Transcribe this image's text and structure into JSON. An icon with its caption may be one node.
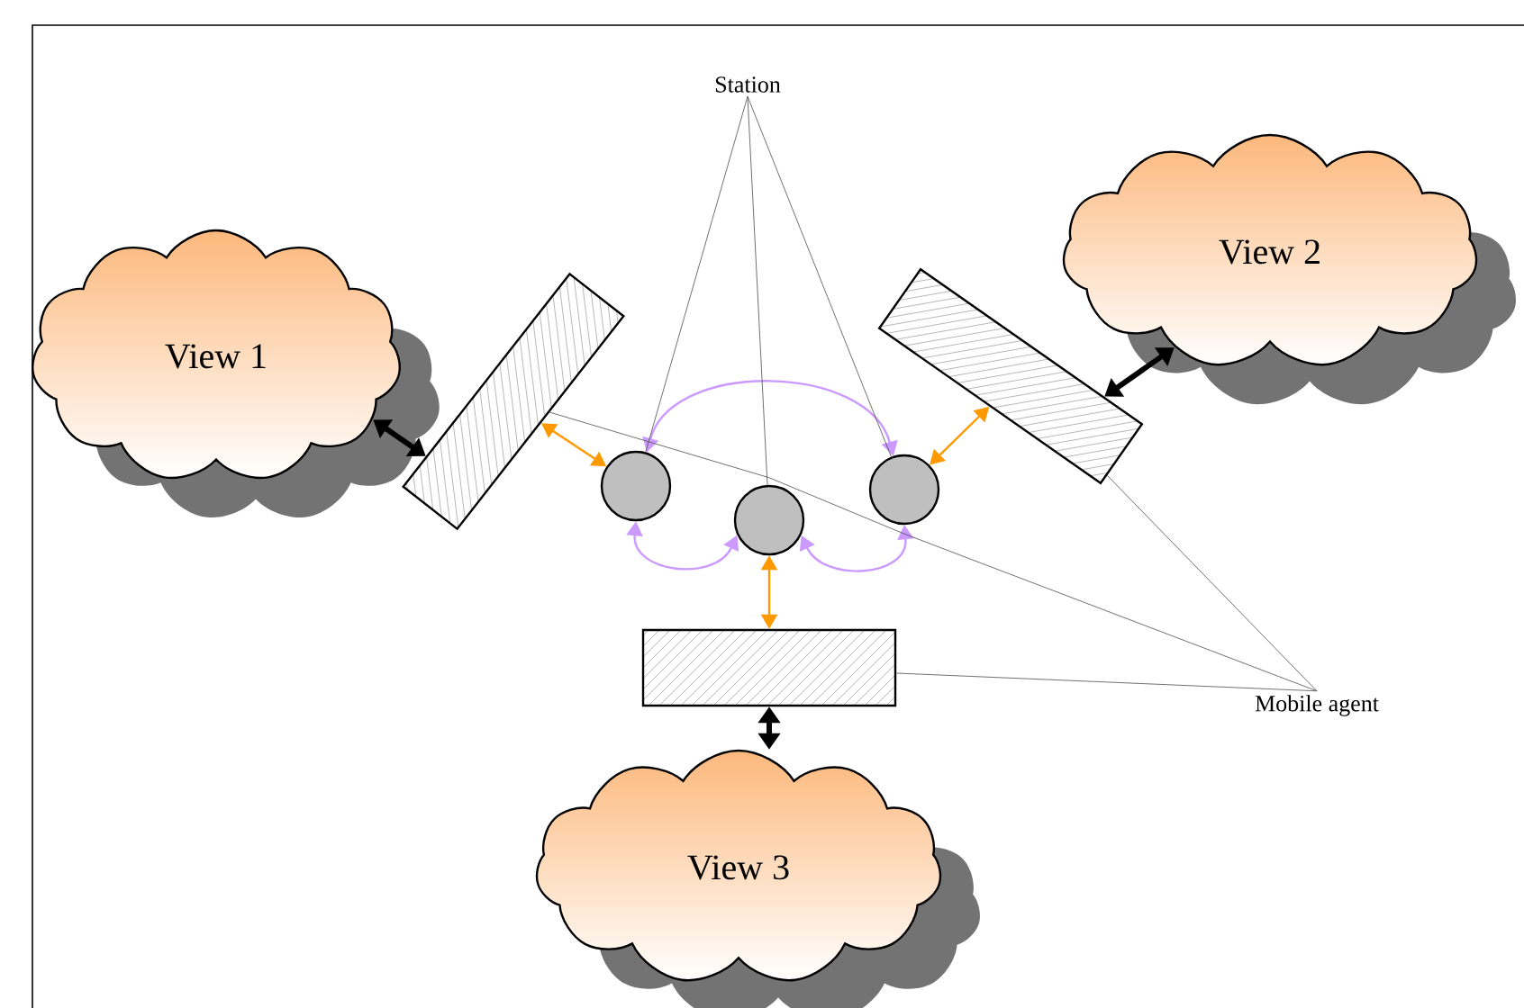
{
  "diagram": {
    "nodes": [
      {
        "text": [
          "View 1"
        ]
      },
      {
        "text": [
          "View 2"
        ]
      },
      {
        "text": [
          "View 3"
        ]
      },
      {
        "text": [],
        "shape": "box"
      },
      {
        "text": [],
        "shape": "box"
      },
      {
        "text": [],
        "shape": "box"
      },
      {
        "text": [],
        "shape": "circle"
      },
      {
        "text": [],
        "shape": "circle"
      },
      {
        "text": [],
        "shape": "circle"
      },
      {
        "text": [
          "Station"
        ]
      },
      {
        "text": [
          "Mobile agent"
        ]
      }
    ],
    "edges": [
      {
        "from": 0,
        "to": 3,
        "arrow": "both",
        "style": "thick",
        "color": "#000000"
      },
      {
        "from": 1,
        "to": 4,
        "arrow": "both",
        "style": "thick",
        "color": "#000000"
      },
      {
        "from": 2,
        "to": 5,
        "arrow": "both",
        "style": "thick",
        "color": "#000000"
      },
      {
        "from": 3,
        "to": 6,
        "arrow": "both",
        "color": "#ff9900"
      },
      {
        "from": 4,
        "to": 8,
        "arrow": "both",
        "color": "#ff9900"
      },
      {
        "from": 5,
        "to": 7,
        "arrow": "both",
        "color": "#ff9900"
      },
      {
        "from": 6,
        "to": 8,
        "arrow": "both",
        "color": "#cc99ff"
      },
      {
        "from": 7,
        "to": 6,
        "arrow": "both",
        "color": "#cc99ff"
      },
      {
        "from": 7,
        "to": 8,
        "arrow": "both",
        "color": "#cc99ff"
      },
      {
        "from": 9,
        "to": 6,
        "arrow": "none"
      },
      {
        "from": 9,
        "to": 7,
        "arrow": "none"
      },
      {
        "from": 9,
        "to": 8,
        "arrow": "none"
      },
      {
        "from": 10,
        "to": 3,
        "arrow": "none"
      },
      {
        "from": 10,
        "to": 4,
        "arrow": "none"
      },
      {
        "from": 10,
        "to": 5,
        "arrow": "none"
      }
    ]
  }
}
